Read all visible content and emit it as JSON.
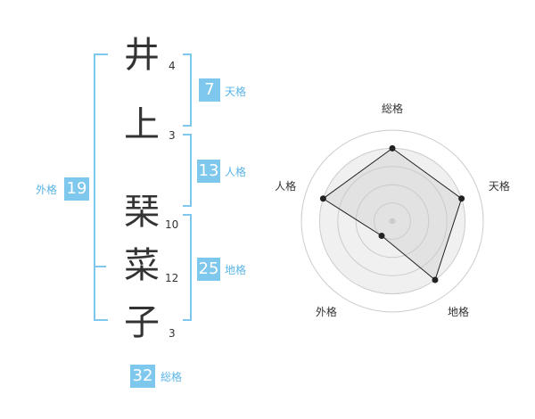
{
  "name": {
    "chars": [
      {
        "char": "井",
        "strokes": "4"
      },
      {
        "char": "上",
        "strokes": "3"
      },
      {
        "char": "琹",
        "strokes": "10"
      },
      {
        "char": "菜",
        "strokes": "12"
      },
      {
        "char": "子",
        "strokes": "3"
      }
    ]
  },
  "kaku": {
    "tenkaku": {
      "value": "7",
      "label": "天格"
    },
    "jinkaku": {
      "value": "13",
      "label": "人格"
    },
    "chikaku": {
      "value": "25",
      "label": "地格"
    },
    "gaikaku": {
      "value": "19",
      "label": "外格"
    },
    "soukaku": {
      "value": "32",
      "label": "総格"
    }
  },
  "radar": {
    "axes": [
      "総格",
      "天格",
      "地格",
      "外格",
      "人格"
    ],
    "values": [
      4,
      4,
      4,
      1,
      4
    ],
    "max": 5,
    "colors": {
      "fill": "#f0f0f0",
      "line": "#222222",
      "grid": "#cccccc",
      "point": "#222222",
      "center": "#cccccc"
    }
  }
}
